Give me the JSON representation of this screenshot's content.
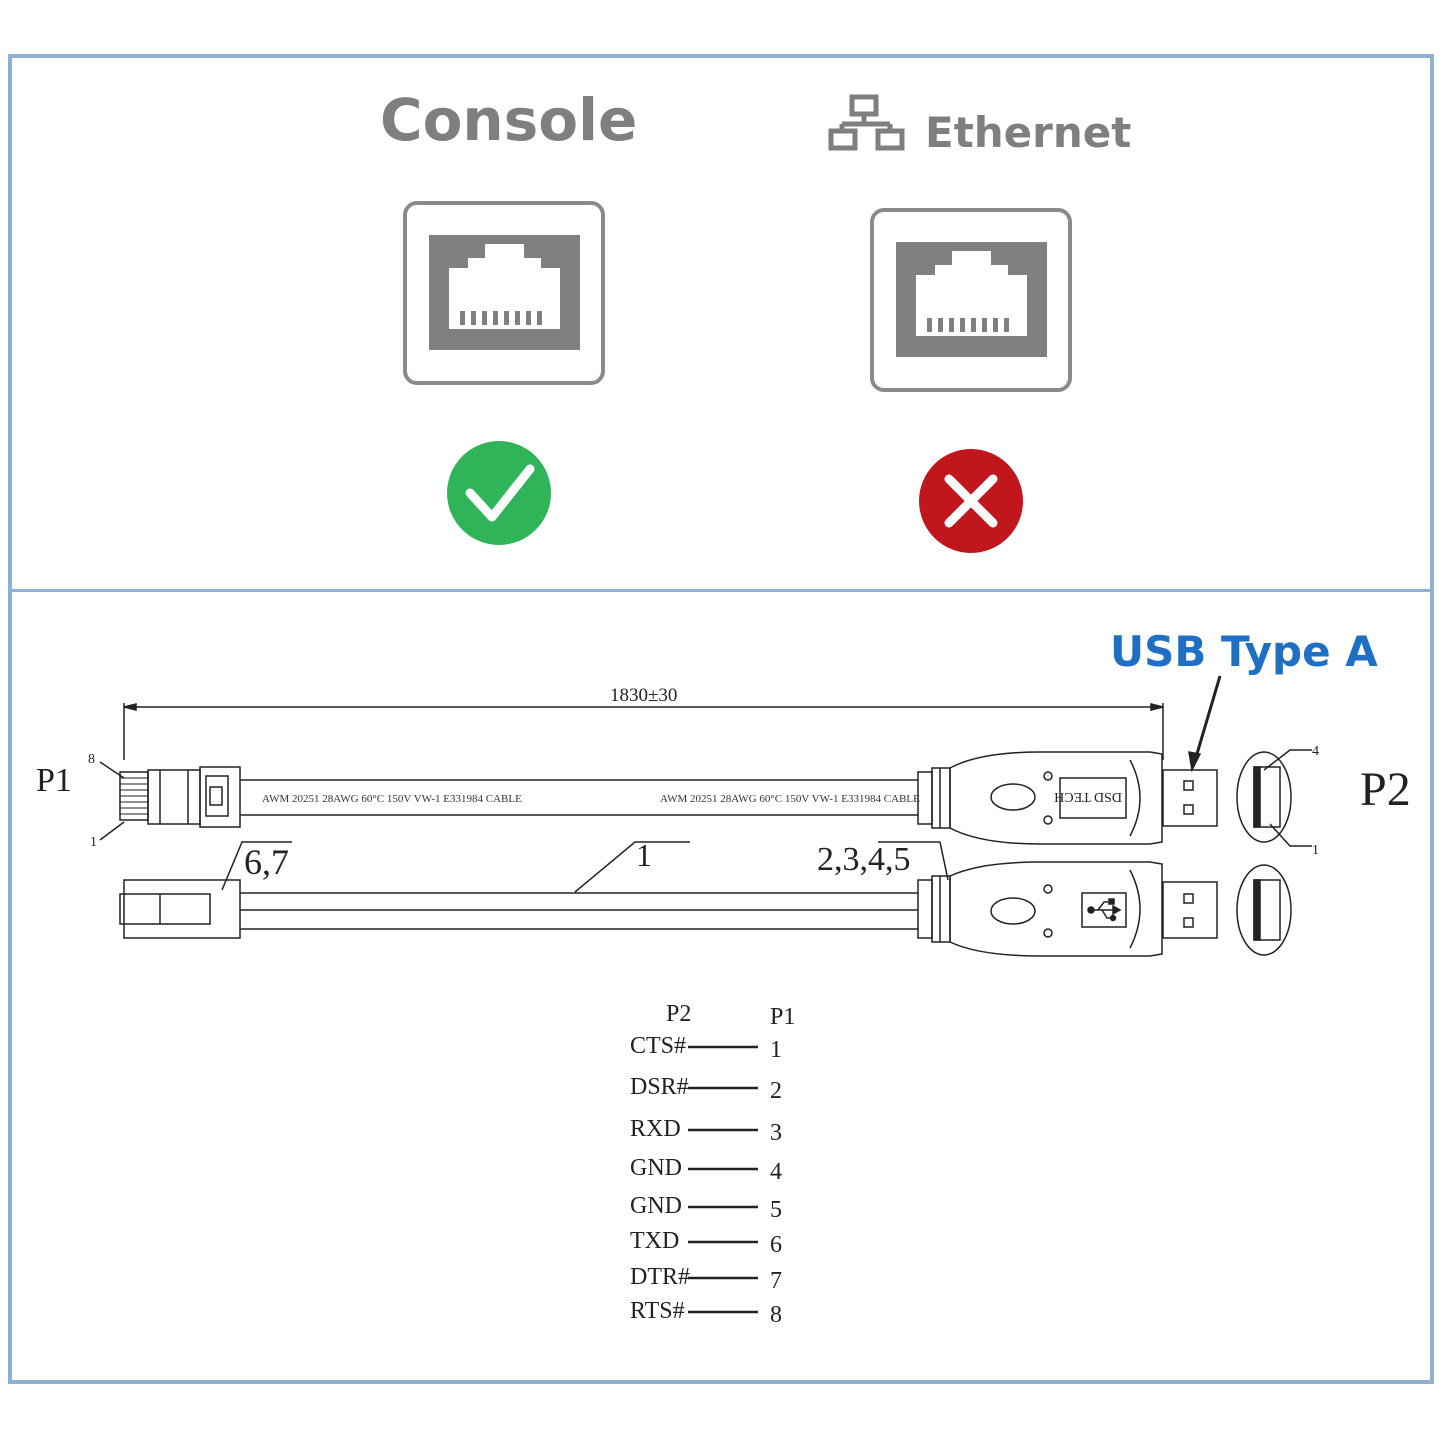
{
  "top": {
    "console_title": "Console",
    "ethernet_title": "Ethernet",
    "colors": {
      "frame": "#8fb0d3",
      "check": "#2fb45a",
      "cross": "#c0161c",
      "port": "#7f7f7f"
    }
  },
  "diagram": {
    "usb_label": "USB Type A",
    "p1_label": "P1",
    "p2_label": "P2",
    "length_label": "1830±30",
    "callout_67": "6,7",
    "callout_1": "1",
    "callout_2345": "2,3,4,5",
    "pin8_small": "8",
    "pin1_small": "1",
    "usb_pin4_small": "4",
    "usb_pin1_small": "1",
    "cable_print_1": "AWM 20251   28AWG   60°C 150V   VW-1 E331984   CABLE",
    "cable_print_2": "AWM 20251   28AWG   60°C 150V   VW-1 E331984   CABLE",
    "brand_text": "DSD TECH"
  },
  "pinout": {
    "header_p2": "P2",
    "header_p1": "P1",
    "rows": [
      {
        "signal": "CTS#",
        "pin": "1"
      },
      {
        "signal": "DSR#",
        "pin": "2"
      },
      {
        "signal": "RXD",
        "pin": "3"
      },
      {
        "signal": "GND",
        "pin": "4"
      },
      {
        "signal": "GND",
        "pin": "5"
      },
      {
        "signal": "TXD",
        "pin": "6"
      },
      {
        "signal": "DTR#",
        "pin": "7"
      },
      {
        "signal": "RTS#",
        "pin": "8"
      }
    ]
  }
}
